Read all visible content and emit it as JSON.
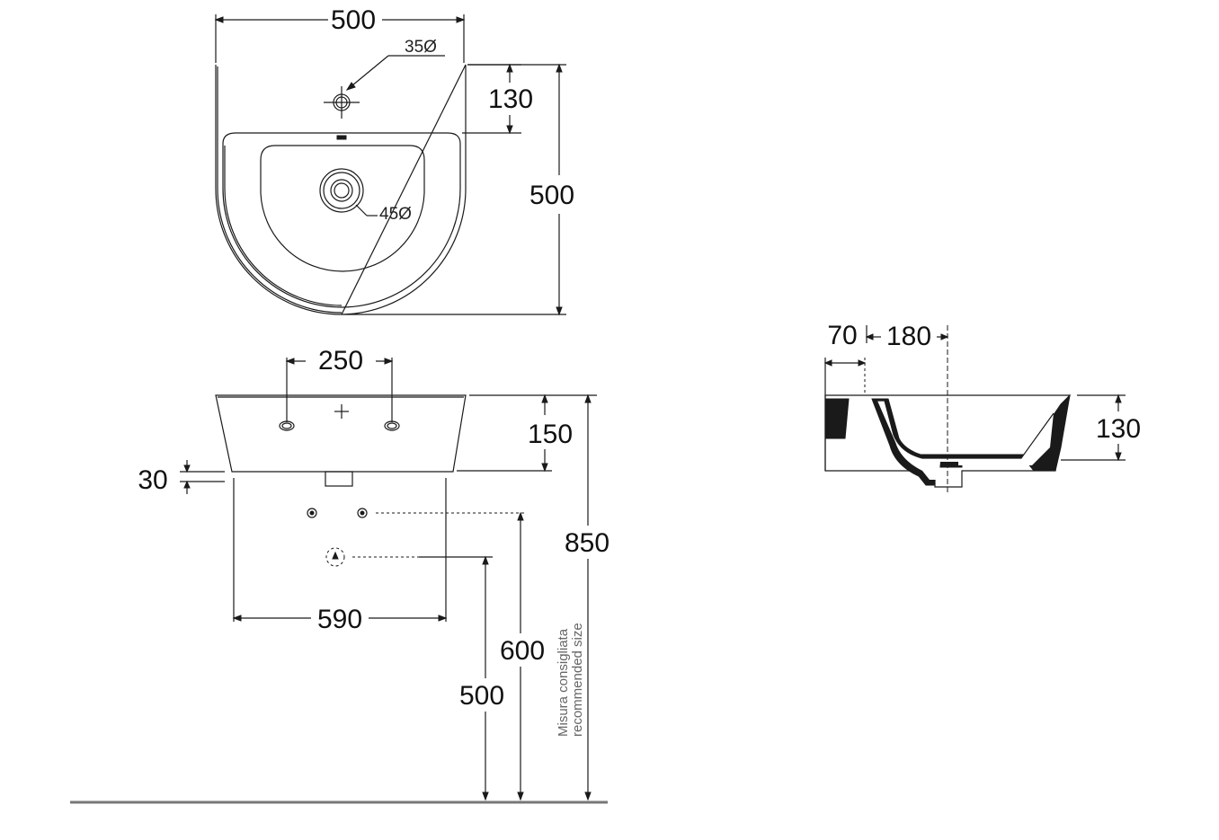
{
  "top_view": {
    "width": "500",
    "depth": "500",
    "tap_hole_offset": "130",
    "tap_hole_diameter": "35Ø",
    "drain_diameter": "45Ø"
  },
  "front_view": {
    "tap_spacing": "250",
    "bowl_height": "150",
    "rim_thickness": "30",
    "bracket_width": "590",
    "install_height": "850",
    "fixing_height": "600",
    "drain_height": "500",
    "note_it": "Misura consigliata",
    "note_en": "recommended size"
  },
  "side_view": {
    "wall_offset": "70",
    "drain_offset": "180",
    "bowl_height": "130"
  }
}
